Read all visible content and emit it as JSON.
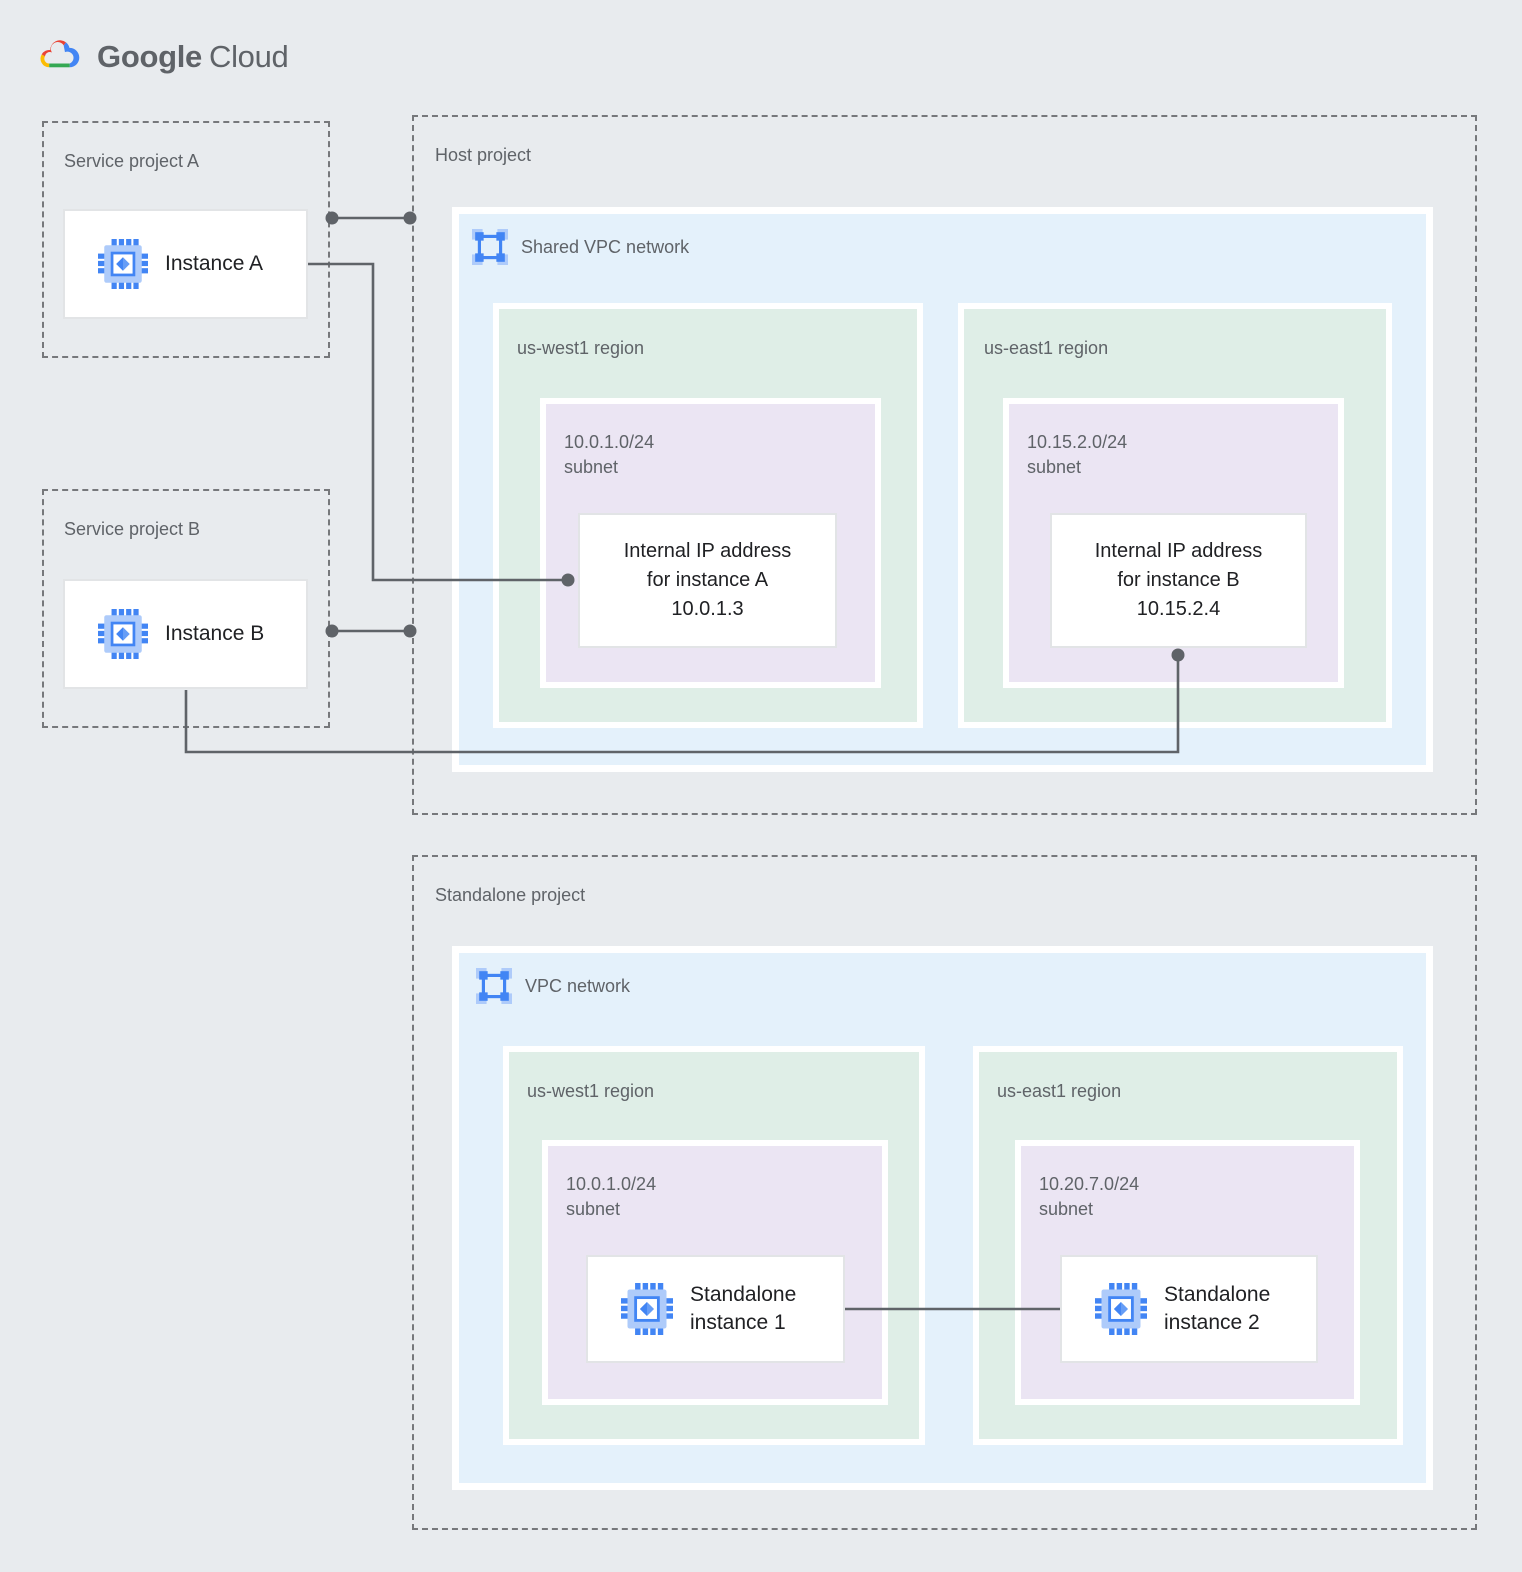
{
  "brand": {
    "google": "Google",
    "cloud": "Cloud"
  },
  "service_project_a": {
    "title": "Service project A",
    "instance_label": "Instance A"
  },
  "service_project_b": {
    "title": "Service project B",
    "instance_label": "Instance B"
  },
  "host_project": {
    "title": "Host project",
    "network_label": "Shared VPC network",
    "regions": [
      {
        "name": "us-west1 region",
        "subnet_cidr": "10.0.1.0/24",
        "subnet_label": "subnet",
        "node_lines": [
          "Internal IP address",
          "for instance A",
          "10.0.1.3"
        ]
      },
      {
        "name": "us-east1 region",
        "subnet_cidr": "10.15.2.0/24",
        "subnet_label": "subnet",
        "node_lines": [
          "Internal IP address",
          "for instance B",
          "10.15.2.4"
        ]
      }
    ]
  },
  "standalone_project": {
    "title": "Standalone project",
    "network_label": "VPC network",
    "regions": [
      {
        "name": "us-west1 region",
        "subnet_cidr": "10.0.1.0/24",
        "subnet_label": "subnet",
        "instance_lines": [
          "Standalone",
          "instance 1"
        ]
      },
      {
        "name": "us-east1 region",
        "subnet_cidr": "10.20.7.0/24",
        "subnet_label": "subnet",
        "instance_lines": [
          "Standalone",
          "instance 2"
        ]
      }
    ]
  },
  "colors": {
    "canvas_bg": "#e8ebee",
    "network_panel": "#e4f1fb",
    "region_panel": "#dfeee7",
    "subnet_panel": "#ebe5f3",
    "connector": "#5f6368",
    "label_gray": "#5f6368",
    "text_dark": "#202124",
    "google_blue": "#4285f4",
    "google_red": "#ea4335",
    "google_yellow": "#fbbc04",
    "google_green": "#34a853",
    "chip_light_blue": "#aecbfa"
  }
}
